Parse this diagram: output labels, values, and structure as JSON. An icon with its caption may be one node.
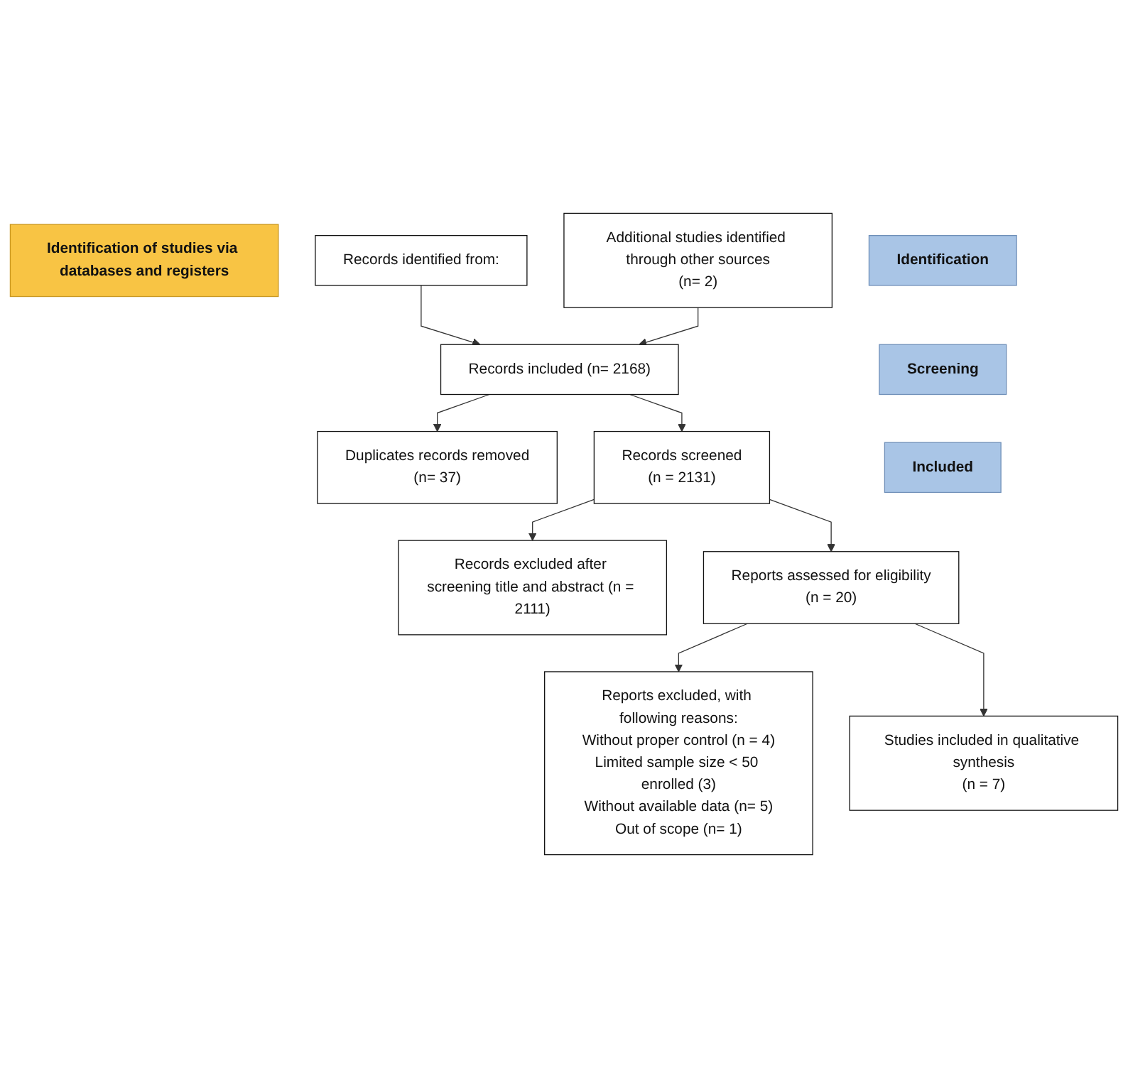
{
  "diagram": {
    "nodes": [
      {
        "text": [
          "Identification of studies via databases and registers"
        ]
      },
      {
        "text": [
          "Identification"
        ]
      },
      {
        "text": [
          "Records identified from:"
        ]
      },
      {
        "text": [
          "Additional studies identified through other sources",
          "(n= 2)"
        ]
      },
      {
        "text": [
          "Screening"
        ]
      },
      {
        "text": [
          "Records included (n= 2168)"
        ]
      },
      {
        "text": [
          "Duplicates records removed",
          "(n= 37)"
        ]
      },
      {
        "text": [
          "Records screened",
          "(n = 2131)"
        ]
      },
      {
        "text": [
          "Records excluded after screening title and abstract (n = 2111)"
        ]
      },
      {
        "text": [
          "Reports assessed for eligibility",
          "(n = 20)"
        ]
      },
      {
        "text": [
          "Reports excluded, with following reasons:",
          "Without proper control (n = 4)",
          "Limited sample size < 50 enrolled (3)",
          "Without available data (n= 5)",
          "Out of scope (n= 1)"
        ]
      },
      {
        "text": [
          "Included"
        ]
      },
      {
        "text": [
          "Studies included in qualitative synthesis",
          "(n = 7)"
        ]
      }
    ],
    "edges": [
      {
        "from": 2,
        "to": 5,
        "arrow": "to"
      },
      {
        "from": 3,
        "to": 5,
        "arrow": "to"
      },
      {
        "from": 5,
        "to": 6,
        "arrow": "to"
      },
      {
        "from": 5,
        "to": 7,
        "arrow": "to"
      },
      {
        "from": 7,
        "to": 8,
        "arrow": "to"
      },
      {
        "from": 7,
        "to": 9,
        "arrow": "to"
      },
      {
        "from": 9,
        "to": 10,
        "arrow": "to"
      },
      {
        "from": 9,
        "to": 12,
        "arrow": "to"
      }
    ]
  }
}
